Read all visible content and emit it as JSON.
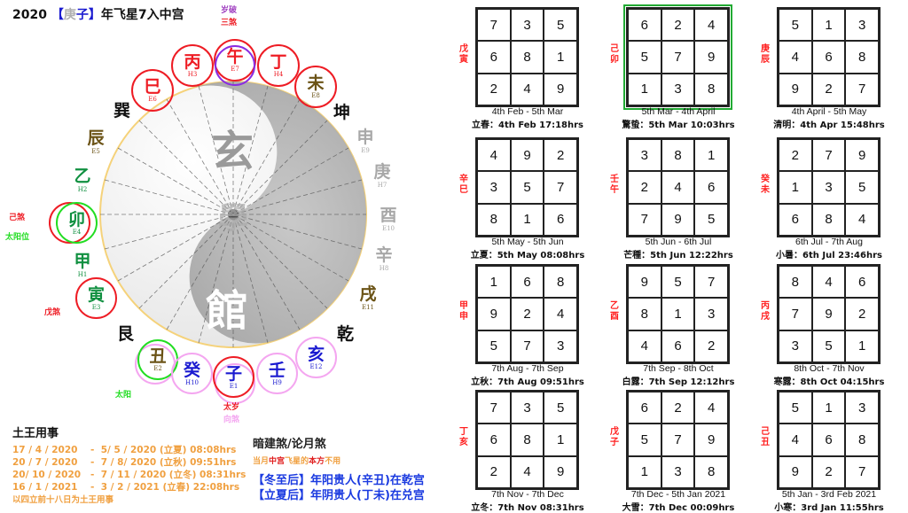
{
  "header": {
    "year": "2020",
    "bracket_open": "【",
    "gan": "庚",
    "zhi": "子",
    "bracket_close": "】",
    "suffix": "年飞星7入中宫"
  },
  "top_labels": {
    "sui_po": "岁破",
    "san_sha": "三煞"
  },
  "side_labels": {
    "ji_sha": "己煞",
    "taiyang_wei": "太阳位",
    "wu_sha": "戊煞",
    "taiyang": "太阳",
    "tai_sui": "太岁",
    "xiang_sha": "向煞"
  },
  "trigrams": {
    "xun": "巽",
    "kun": "坤",
    "gen": "艮",
    "qian": "乾"
  },
  "ring": {
    "si": {
      "ch": "巳",
      "sub": "E6"
    },
    "bing": {
      "ch": "丙",
      "sub": "H3"
    },
    "wu": {
      "ch": "午",
      "sub": "E7"
    },
    "ding": {
      "ch": "丁",
      "sub": "H4"
    },
    "wei": {
      "ch": "未",
      "sub": "E8"
    },
    "shen": {
      "ch": "申",
      "sub": "E9"
    },
    "geng": {
      "ch": "庚",
      "sub": "H7"
    },
    "you": {
      "ch": "酉",
      "sub": "E10"
    },
    "xin": {
      "ch": "辛",
      "sub": "H8"
    },
    "xu": {
      "ch": "戌",
      "sub": "E11"
    },
    "hai": {
      "ch": "亥",
      "sub": "E12"
    },
    "ren": {
      "ch": "壬",
      "sub": "H9"
    },
    "zi": {
      "ch": "子",
      "sub": "E1"
    },
    "gui": {
      "ch": "癸",
      "sub": "H10"
    },
    "chou": {
      "ch": "丑",
      "sub": "E2"
    },
    "yin": {
      "ch": "寅",
      "sub": "E3"
    },
    "jia": {
      "ch": "甲",
      "sub": "H1"
    },
    "mao": {
      "ch": "卯",
      "sub": "E4"
    },
    "yi": {
      "ch": "乙",
      "sub": "H2"
    },
    "chen": {
      "ch": "辰",
      "sub": "E5"
    }
  },
  "wheel": {
    "top_text": "玄",
    "center_text": "學",
    "bottom_text": "館"
  },
  "colors": {
    "red": "#ee1c24",
    "brown": "#6b5316",
    "green": "#109040",
    "grey": "#a8a8a8",
    "blue": "#1a1ad0",
    "purple": "#8a2be2",
    "pink": "#f4a6f0",
    "lime": "#22dd22",
    "orange": "#f0a040",
    "active_border": "#22aa33"
  },
  "tuwang": {
    "title": "土王用事",
    "lines": [
      "17 / 4 / 2020    -  5/ 5 / 2020 (立夏) 08:08hrs",
      "20 / 7 / 2020    -  7 / 8/ 2020 (立秋) 09:51hrs",
      "20/ 10 / 2020   -  7 / 11 / 2020 (立冬) 08:31hrs",
      "16 / 1 / 2021    -  3 / 2 / 2021 (立春) 22:08hrs"
    ],
    "note": "以四立前十八日为土王用事"
  },
  "anjian": {
    "title": "暗建煞/论月煞",
    "note_a": "当月",
    "note_b": "中宫",
    "note_c": "飞星的",
    "note_d": "本方",
    "note_e": "不用",
    "line1": "【冬至后】年阳贵人(辛丑)在乾宫",
    "line2": "【立夏后】年阴贵人(丁未)在兑宫"
  },
  "months": [
    {
      "gz1": "戊",
      "gz2": "寅",
      "grid": [
        7,
        3,
        5,
        6,
        8,
        1,
        2,
        4,
        9
      ],
      "range": "4th Feb - 5th Mar",
      "term": "立春：4th Feb 17:18hrs",
      "active": false
    },
    {
      "gz1": "己",
      "gz2": "卯",
      "grid": [
        6,
        2,
        4,
        5,
        7,
        9,
        1,
        3,
        8
      ],
      "range": "5th Mar - 4th April",
      "term": "驚蛰：5th Mar 10:03hrs",
      "active": true
    },
    {
      "gz1": "庚",
      "gz2": "辰",
      "grid": [
        5,
        1,
        3,
        4,
        6,
        8,
        9,
        2,
        7
      ],
      "range": "4th April - 5th May",
      "term": "清明：4th Apr 15:48hrs",
      "active": false
    },
    {
      "gz1": "辛",
      "gz2": "巳",
      "grid": [
        4,
        9,
        2,
        3,
        5,
        7,
        8,
        1,
        6
      ],
      "range": "5th May - 5th Jun",
      "term": "立夏：5th May 08:08hrs",
      "active": false
    },
    {
      "gz1": "壬",
      "gz2": "午",
      "grid": [
        3,
        8,
        1,
        2,
        4,
        6,
        7,
        9,
        5
      ],
      "range": "5th Jun  - 6th Jul",
      "term": "芒種：5th Jun 12:22hrs",
      "active": false
    },
    {
      "gz1": "癸",
      "gz2": "未",
      "grid": [
        2,
        7,
        9,
        1,
        3,
        5,
        6,
        8,
        4
      ],
      "range": "6th Jul - 7th Aug",
      "term": "小暑：6th Jul 23:46hrs",
      "active": false
    },
    {
      "gz1": "甲",
      "gz2": "申",
      "grid": [
        1,
        6,
        8,
        9,
        2,
        4,
        5,
        7,
        3
      ],
      "range": "7th Aug - 7th Sep",
      "term": "立秋：7th Aug 09:51hrs",
      "active": false
    },
    {
      "gz1": "乙",
      "gz2": "酉",
      "grid": [
        9,
        5,
        7,
        8,
        1,
        3,
        4,
        6,
        2
      ],
      "range": "7th Sep - 8th Oct",
      "term": "白露：7th Sep 12:12hrs",
      "active": false
    },
    {
      "gz1": "丙",
      "gz2": "戌",
      "grid": [
        8,
        4,
        6,
        7,
        9,
        2,
        3,
        5,
        1
      ],
      "range": "8th Oct - 7th Nov",
      "term": "寒露：8th Oct 04:15hrs",
      "active": false
    },
    {
      "gz1": "丁",
      "gz2": "亥",
      "grid": [
        7,
        3,
        5,
        6,
        8,
        1,
        2,
        4,
        9
      ],
      "range": "7th Nov - 7th Dec",
      "term": "立冬：7th Nov 08:31hrs",
      "active": false
    },
    {
      "gz1": "戊",
      "gz2": "子",
      "grid": [
        6,
        2,
        4,
        5,
        7,
        9,
        1,
        3,
        8
      ],
      "range": "7th Dec - 5th Jan 2021",
      "term": "大雪：7th Dec 00:09hrs",
      "active": false
    },
    {
      "gz1": "己",
      "gz2": "丑",
      "grid": [
        5,
        1,
        3,
        4,
        6,
        8,
        9,
        2,
        7
      ],
      "range": "5th Jan - 3rd Feb 2021",
      "term": "小寒：3rd Jan 11:55hrs",
      "active": false
    }
  ]
}
